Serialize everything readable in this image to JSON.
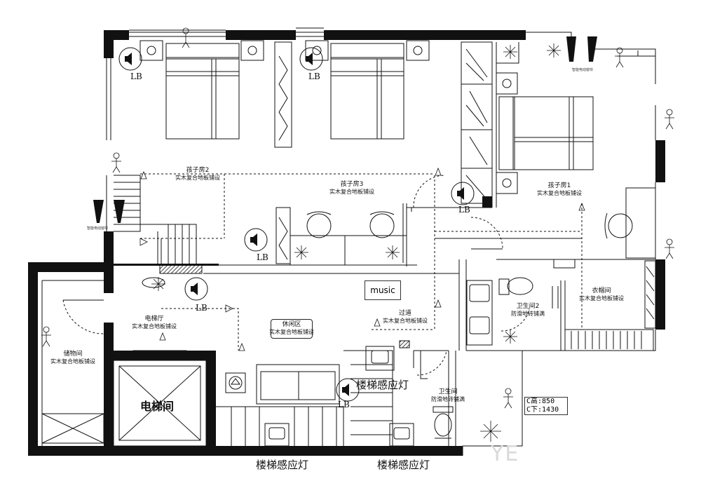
{
  "rooms": {
    "kids2": {
      "name": "孩子房2",
      "floor": "实木复合地板铺设"
    },
    "kids3": {
      "name": "孩子房3",
      "floor": "实木复合地板铺设"
    },
    "kids1": {
      "name": "孩子房1",
      "floor": "实木复合地板铺设"
    },
    "elevator_hall": {
      "name": "电梯厅",
      "floor": "实木复合地板铺设"
    },
    "leisure": {
      "name": "休闲区",
      "floor": "实木复合地板铺设"
    },
    "corridor": {
      "name": "过道",
      "floor": "实木复合地板铺设"
    },
    "bath2": {
      "name": "卫生间2",
      "floor": "防滑地砖铺满"
    },
    "closet": {
      "name": "衣帽间",
      "floor": "实木复合地板铺设"
    },
    "storage": {
      "name": "储物间",
      "floor": "实木复合地板铺设"
    },
    "bath": {
      "name": "卫生间",
      "floor": "防滑地砖铺满"
    },
    "elevator": {
      "name": "电梯间"
    }
  },
  "speaker_label": "LB",
  "music_label": "music",
  "stair_light": "楼梯感应灯",
  "dimension": {
    "c_high": "C高:850",
    "c_low": "C下:1430"
  },
  "curtain_tag": "智能电动窗帘",
  "watermark": "YE"
}
